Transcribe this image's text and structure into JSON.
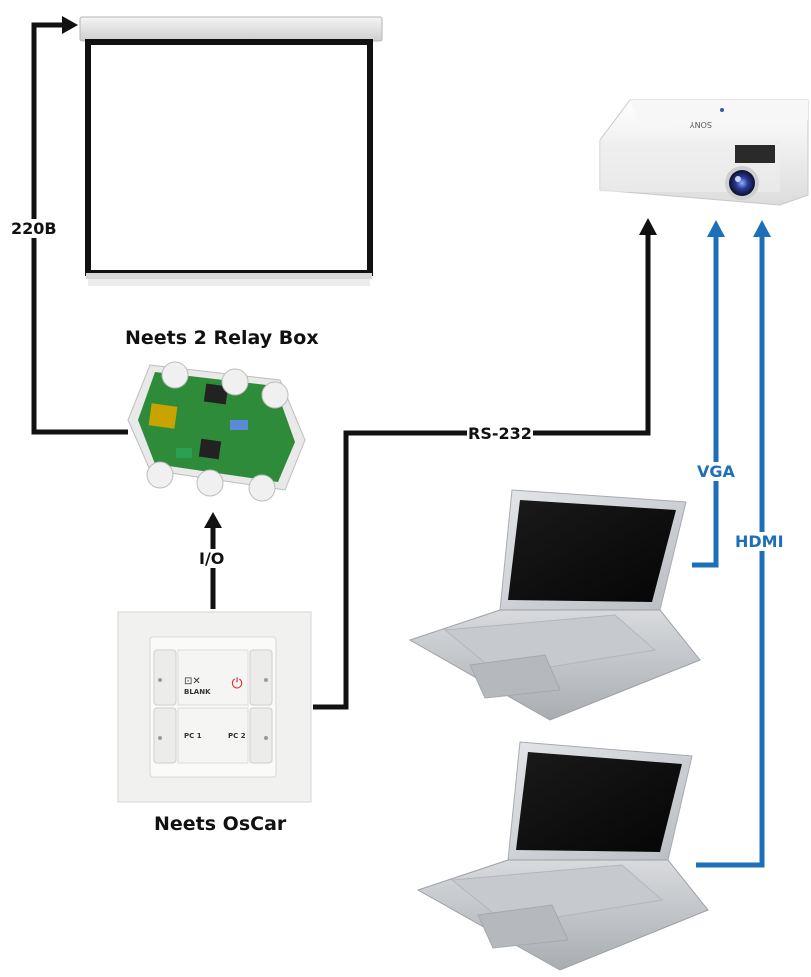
{
  "labels": {
    "relay_box_title": "Neets 2 Relay Box",
    "oscar_title": "Neets OsCar",
    "power_220": "220B",
    "io": "I/O",
    "rs232": "RS-232",
    "vga": "VGA",
    "hdmi": "HDMI"
  },
  "keypad": {
    "blank_label": "BLANK",
    "pc1_label": "PC 1",
    "pc2_label": "PC 2"
  },
  "projector": {
    "brand": "SONY"
  },
  "colors": {
    "black_line": "#111111",
    "blue_line": "#1c6fb8",
    "pcb_green": "#2e8b3a",
    "power_red": "#e0211d"
  }
}
